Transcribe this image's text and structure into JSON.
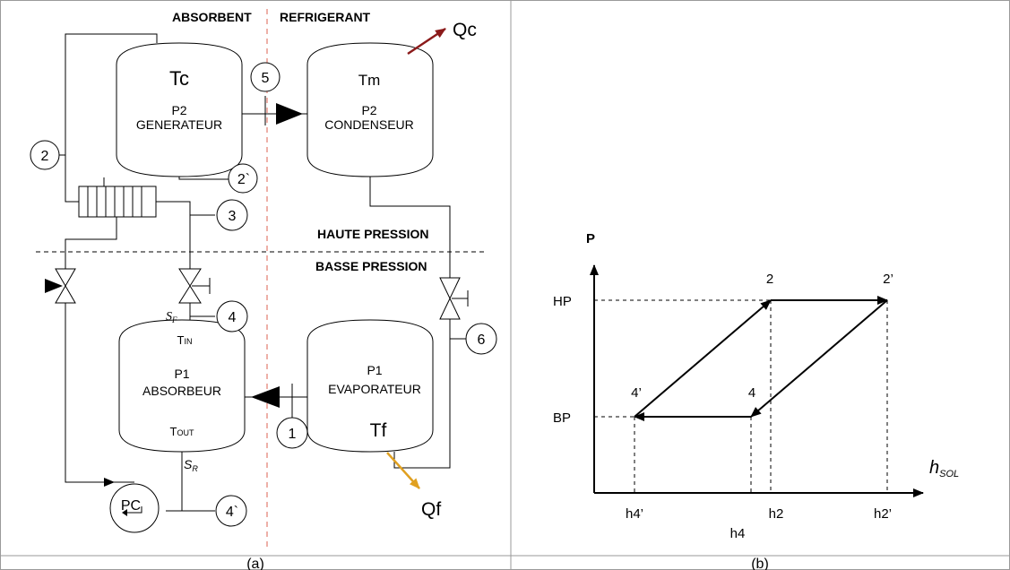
{
  "panel_a": {
    "caption": "(a)",
    "header_left": "ABSORBENT",
    "header_right": "REFRIGERANT",
    "zone_high": "HAUTE PRESSION",
    "zone_low": "BASSE PRESSION",
    "generator": {
      "temp": "Tc",
      "pressure": "P2",
      "name": "GENERATEUR"
    },
    "condenser": {
      "temp": "Tm",
      "pressure": "P2",
      "name": "CONDENSEUR"
    },
    "absorber": {
      "temp_in_main": "T",
      "temp_in_sub": "IN",
      "pressure": "P1",
      "name": "ABSORBEUR",
      "temp_out_main": "T",
      "temp_out_sub": "OUT"
    },
    "evaporator": {
      "pressure": "P1",
      "name": "EVAPORATEUR",
      "temp": "Tf"
    },
    "heat_out": "Qc",
    "heat_in": "Qf",
    "pump": "PC",
    "sensor_f_main": "S",
    "sensor_f_sub": "F",
    "sensor_r_main": "S",
    "sensor_r_sub": "R",
    "points": [
      "1",
      "2",
      "2`",
      "3",
      "4",
      "4`",
      "5",
      "6"
    ],
    "colors": {
      "divider": "#e8968c",
      "qc_arrow": "#8b1a1a",
      "qf_arrow": "#e0a020"
    }
  },
  "panel_b": {
    "caption": "(b)",
    "y_axis_label": "P",
    "x_axis_label_main": "h",
    "x_axis_label_sub": "SOL",
    "y_ticks": [
      "HP",
      "BP"
    ],
    "x_ticks": [
      "h4’",
      "h4",
      "h2",
      "h2’"
    ],
    "point_labels": [
      "2",
      "2’",
      "4",
      "4’"
    ]
  }
}
